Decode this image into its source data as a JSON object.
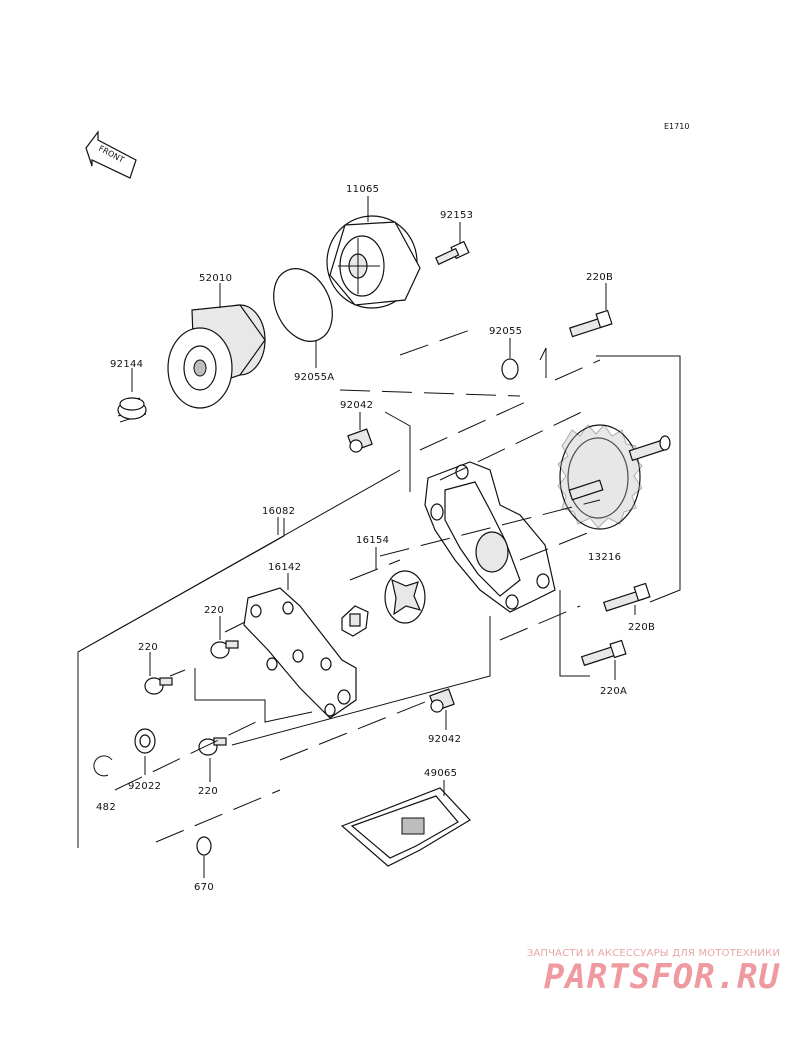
{
  "diagram_code": "E1710",
  "front_marker": "FRONT",
  "parts": {
    "p11065": "11065",
    "p92153": "92153",
    "p52010": "52010",
    "p220B_top": "220B",
    "p92055": "92055",
    "p92144": "92144",
    "p92055A": "92055A",
    "p92042_top": "92042",
    "p16082": "16082",
    "p16154": "16154",
    "p16142": "16142",
    "p13216": "13216",
    "p220_a": "220",
    "p220_b": "220",
    "p220B_bottom": "220B",
    "p220A": "220A",
    "p92022": "92022",
    "p220_c": "220",
    "p92042_bottom": "92042",
    "p49065": "49065",
    "p482": "482",
    "p670": "670"
  },
  "watermark": {
    "tagline": "ЗАПЧАСТИ И АКСЕССУАРЫ ДЛЯ МОТОТЕХНИКИ",
    "logo": "PARTSFOR.RU"
  }
}
